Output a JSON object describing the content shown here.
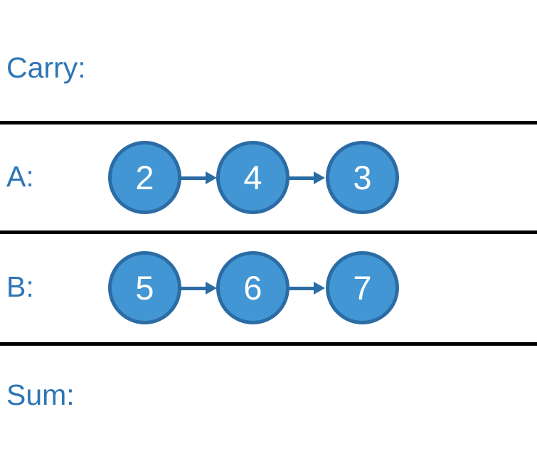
{
  "rows": {
    "carry": {
      "label": "Carry:"
    },
    "a": {
      "label": "A:",
      "nodes": [
        "2",
        "4",
        "3"
      ]
    },
    "b": {
      "label": "B:",
      "nodes": [
        "5",
        "6",
        "7"
      ]
    },
    "sum": {
      "label": "Sum:"
    }
  },
  "colors": {
    "label_text": "#2E75B5",
    "node_fill": "#4296D3",
    "node_border": "#2B6CA5",
    "node_text": "#FFFFFF",
    "arrow": "#2B6CA5",
    "divider": "#000000",
    "background": "#FFFFFF"
  }
}
